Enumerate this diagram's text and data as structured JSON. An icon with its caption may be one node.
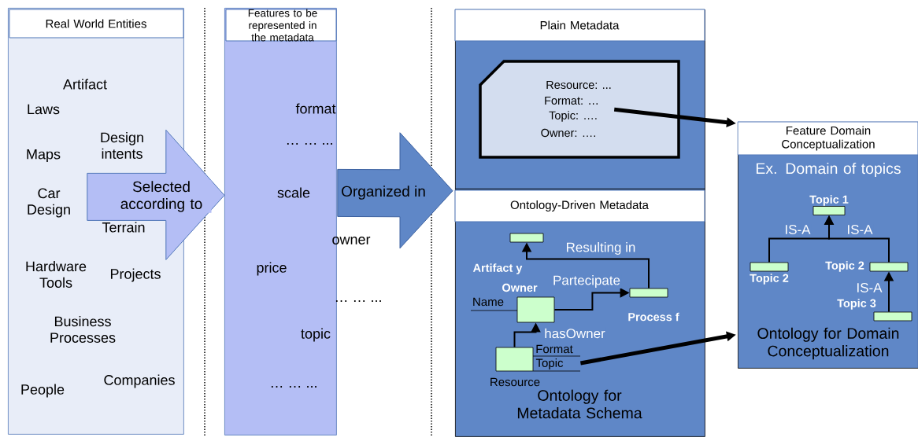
{
  "diagram": {
    "nodes": [
      {
        "text": [
          "Real World Entities"
        ]
      },
      {
        "text": [
          "Features to be represented in the metadata"
        ]
      },
      {
        "text": [
          "Plain Metadata"
        ]
      },
      {
        "text": [
          "Resource: ...",
          "Format: …",
          "Topic: ….",
          "Owner: …."
        ],
        "in": 2
      },
      {
        "text": [
          "Feature Domain Conceptualization",
          "Ex.  Domain of topics",
          "Ontology for Domain Conceptualization"
        ]
      },
      {
        "text": [
          "Ontology-Driven Metadata",
          "Ontology for Metadata Schema"
        ]
      },
      {
        "text": [],
        "shape": "box",
        "in": 5,
        "beside": [
          "Artifact y"
        ]
      },
      {
        "text": [],
        "shape": "box",
        "in": 5,
        "beside": [
          "Owner",
          "Name"
        ]
      },
      {
        "text": [],
        "shape": "box",
        "in": 5,
        "beside": [
          "Process f"
        ]
      },
      {
        "text": [],
        "shape": "box",
        "in": 5,
        "beside": [
          "Format",
          "Topic",
          "Resource"
        ]
      },
      {
        "text": [],
        "shape": "box",
        "in": 4,
        "beside": [
          "Topic 1"
        ]
      },
      {
        "text": [],
        "shape": "box",
        "in": 4,
        "beside": [
          "Topic 2"
        ]
      },
      {
        "text": [],
        "shape": "box",
        "in": 4,
        "beside": [
          "Topic 2"
        ]
      },
      {
        "text": [],
        "shape": "box",
        "in": 4,
        "beside": [
          "Topic 3"
        ]
      }
    ],
    "edges": [
      {
        "from": 0,
        "to": 1,
        "arrow": "to",
        "label": "Selected according to",
        "color": "#b4bef5"
      },
      {
        "from": 1,
        "to": 2,
        "arrow": "to",
        "label": "Organized in",
        "color": "#5f87c7"
      },
      {
        "from": 3,
        "to": 4,
        "arrow": "to",
        "style": "thick"
      },
      {
        "from": 9,
        "to": 4,
        "arrow": "to",
        "style": "thick"
      },
      {
        "from": 7,
        "to": 8,
        "arrow": "to",
        "label": "Partecipate"
      },
      {
        "from": 8,
        "to": 6,
        "arrow": "to",
        "label": "Resulting in"
      },
      {
        "from": 9,
        "to": 7,
        "arrow": "to",
        "label": "hasOwner"
      },
      {
        "from": 11,
        "to": 10,
        "arrow": "to",
        "label": "IS-A"
      },
      {
        "from": 12,
        "to": 10,
        "arrow": "to",
        "label": "IS-A"
      },
      {
        "from": 13,
        "to": 12,
        "arrow": "to",
        "label": "IS-A"
      }
    ],
    "labels": [
      "Artifact",
      "Laws",
      "Design intents",
      "Maps",
      "Car Design",
      "Terrain",
      "Hardware Tools",
      "Projects",
      "Business Processes",
      "Companies",
      "People",
      "format",
      "… … ...",
      "scale",
      "owner",
      "price",
      "… … ...",
      "topic",
      "… … ..."
    ]
  }
}
